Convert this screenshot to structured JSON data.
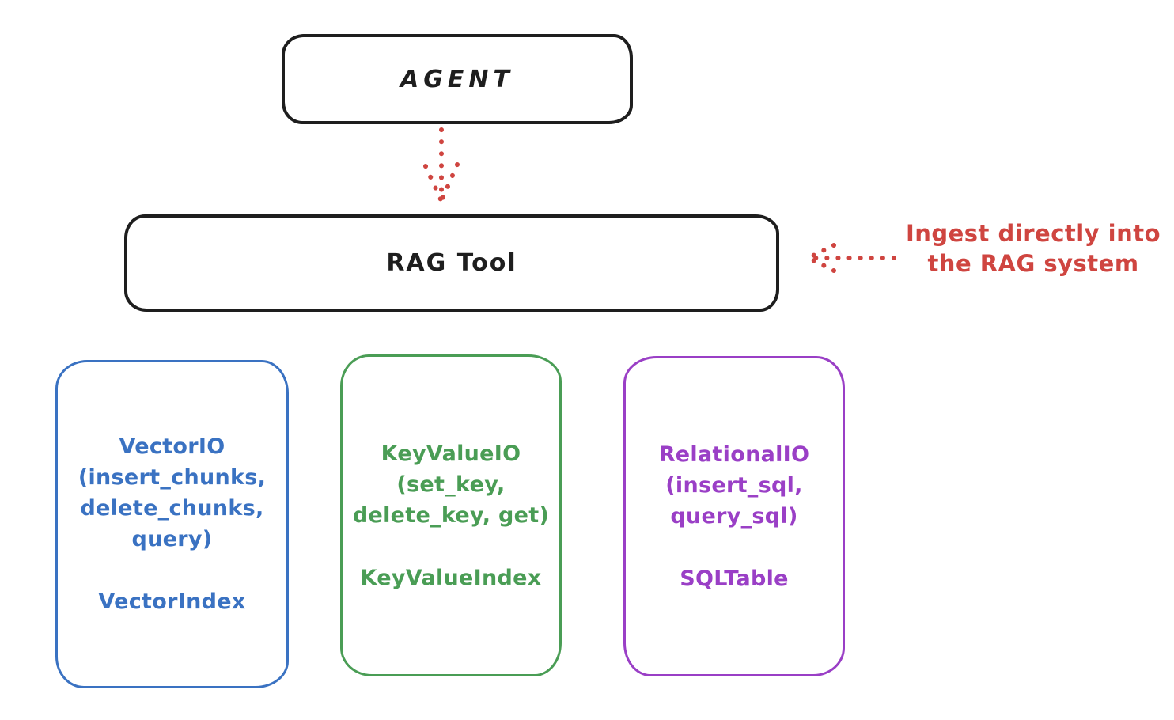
{
  "diagram": {
    "agent_box": {
      "label": "AGENT"
    },
    "rag_tool_box": {
      "label": "RAG Tool"
    },
    "annotation": {
      "line1": "Ingest directly into",
      "line2": "the RAG system"
    },
    "backends": [
      {
        "name": "vector-io",
        "color": "#3a72c2",
        "lines": [
          "VectorIO",
          "(insert_chunks,",
          "delete_chunks,",
          "query)"
        ],
        "index_label": "VectorIndex"
      },
      {
        "name": "key-value-io",
        "color": "#4a9d55",
        "lines": [
          "KeyValueIO",
          "(set_key,",
          "delete_key, get)"
        ],
        "index_label": "KeyValueIndex"
      },
      {
        "name": "relational-io",
        "color": "#9a3fc6",
        "lines": [
          "RelationalIO",
          "(insert_sql,",
          "query_sql)"
        ],
        "index_label": "SQLTable"
      }
    ],
    "colors": {
      "stroke": "#1e1e1e",
      "red": "#cf4540"
    }
  }
}
